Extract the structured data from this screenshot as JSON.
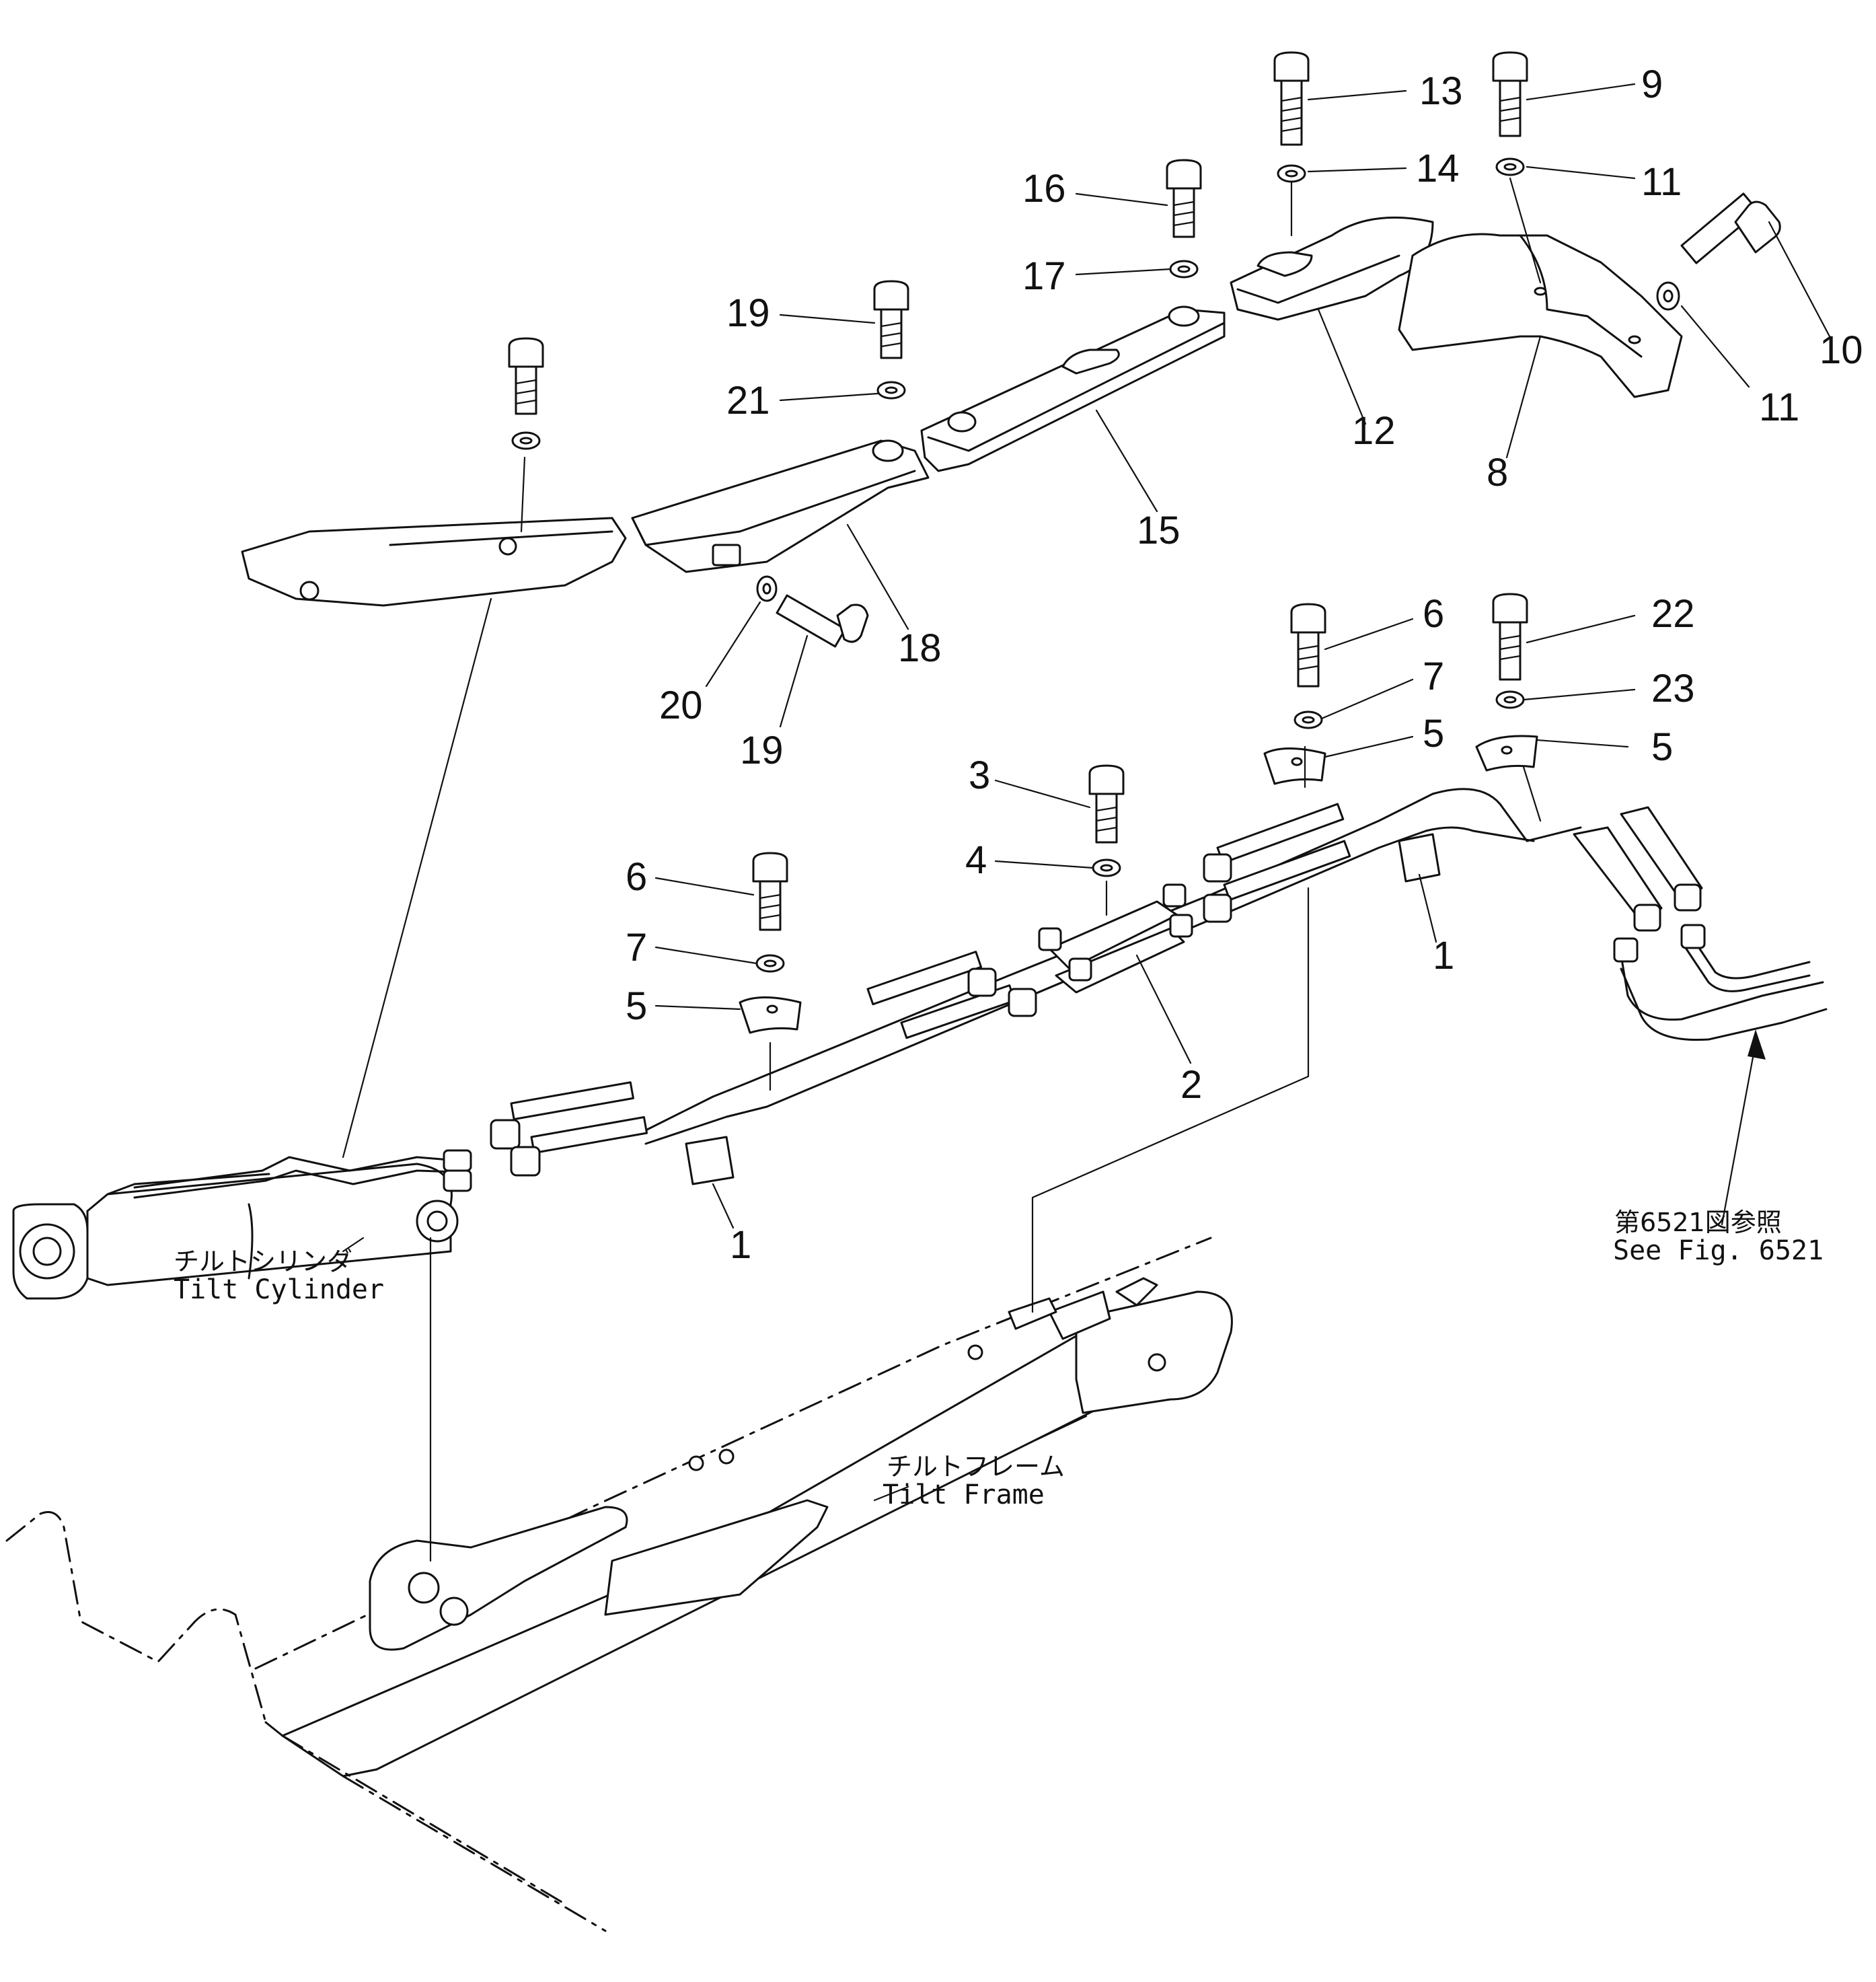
{
  "callouts": {
    "c13": "13",
    "c9": "9",
    "c14": "14",
    "c11a": "11",
    "c16": "16",
    "c17": "17",
    "c10": "10",
    "c11b": "11",
    "c19a": "19",
    "c21": "21",
    "c12": "12",
    "c8": "8",
    "c15": "15",
    "c18": "18",
    "c20": "20",
    "c19b": "19",
    "c6a": "6",
    "c22": "22",
    "c7a": "7",
    "c23": "23",
    "c5a": "5",
    "c5b": "5",
    "c3": "3",
    "c4": "4",
    "c1a": "1",
    "c6b": "6",
    "c7b": "7",
    "c5c": "5",
    "c2": "2",
    "c1b": "1"
  },
  "labels": {
    "tilt_cylinder_jp": "チルトシリンダ",
    "tilt_cylinder_en": "Tilt  Cylinder",
    "tilt_frame_jp": "チルトフレーム",
    "tilt_frame_en": "Tilt  Frame",
    "see_fig_jp": "第6521図参照",
    "see_fig_en": "See  Fig.  6521"
  }
}
